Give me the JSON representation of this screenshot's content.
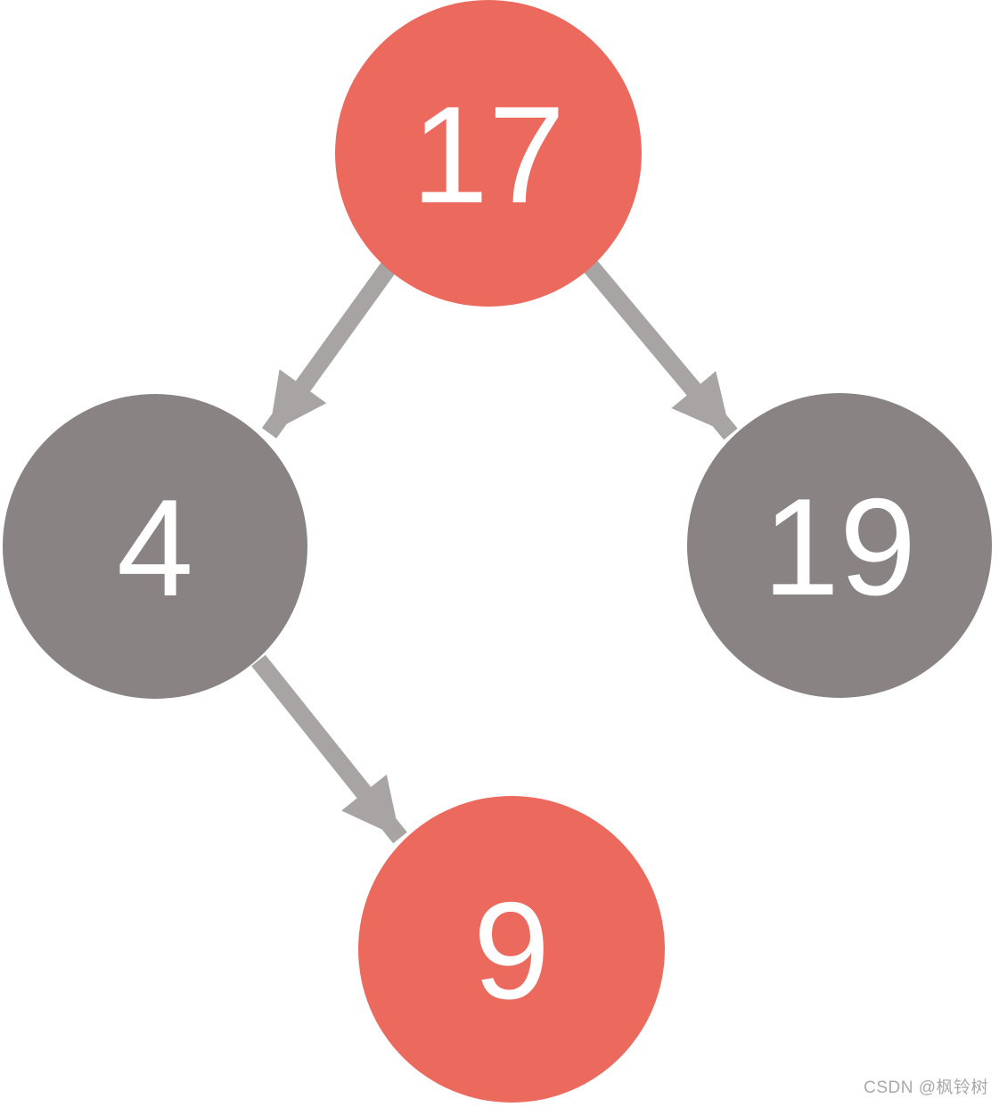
{
  "diagram": {
    "type": "binary-search-tree",
    "background_color": "#ffffff",
    "arrow_color": "#a8a4a4",
    "nodes": [
      {
        "id": "17",
        "value": "17",
        "role": "root",
        "color": "#ec695d",
        "text_color": "#ffffff"
      },
      {
        "id": "4",
        "value": "4",
        "role": "left-child-of-17",
        "color": "#898383",
        "text_color": "#ffffff"
      },
      {
        "id": "19",
        "value": "19",
        "role": "right-child-of-17",
        "color": "#898383",
        "text_color": "#ffffff"
      },
      {
        "id": "9",
        "value": "9",
        "role": "right-child-of-4",
        "color": "#ec695d",
        "text_color": "#ffffff"
      }
    ],
    "edges": [
      {
        "from": "17",
        "to": "4"
      },
      {
        "from": "17",
        "to": "19"
      },
      {
        "from": "4",
        "to": "9"
      }
    ]
  },
  "watermark": {
    "text": "CSDN @枫铃树",
    "color": "#a9a9a9"
  }
}
